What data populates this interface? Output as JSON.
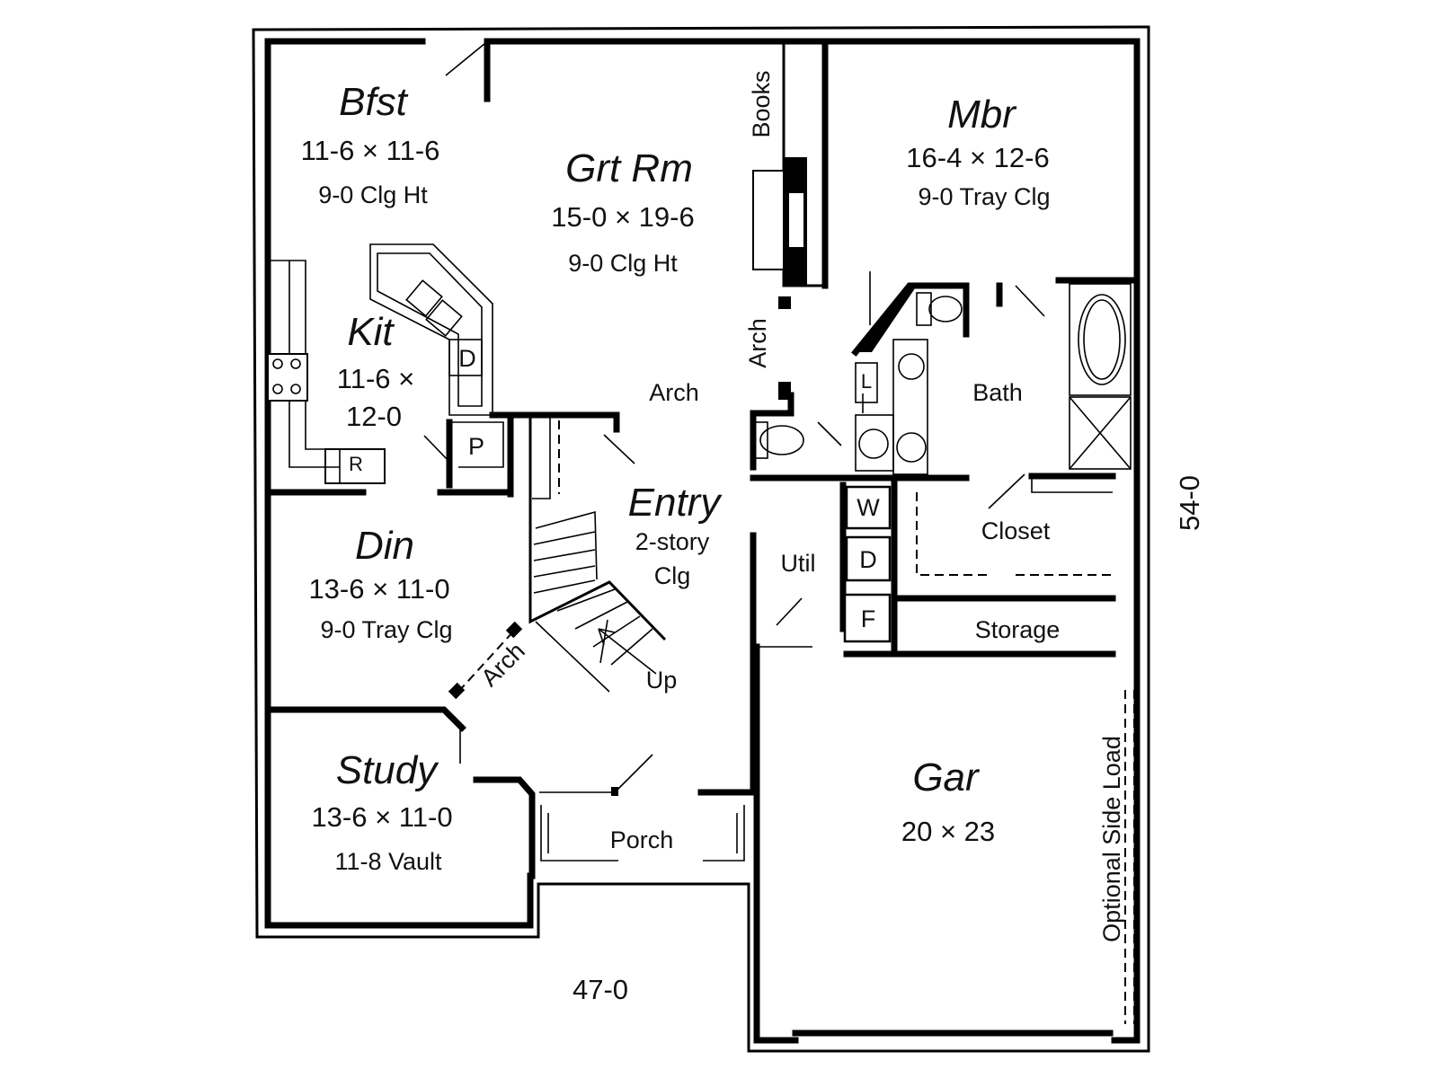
{
  "rooms": {
    "bfst": {
      "name": "Bfst",
      "size": "11-6 × 11-6",
      "note": "9-0 Clg Ht"
    },
    "grtrm": {
      "name": "Grt Rm",
      "size": "15-0 × 19-6",
      "note": "9-0 Clg Ht"
    },
    "mbr": {
      "name": "Mbr",
      "size": "16-4 × 12-6",
      "note": "9-0 Tray Clg"
    },
    "kit": {
      "name": "Kit",
      "size_line1": "11-6 ×",
      "size_line2": "12-0"
    },
    "din": {
      "name": "Din",
      "size": "13-6 × 11-0",
      "note": "9-0 Tray Clg"
    },
    "entry": {
      "name": "Entry",
      "note_line1": "2-story",
      "note_line2": "Clg"
    },
    "study": {
      "name": "Study",
      "size": "13-6 × 11-0",
      "note": "11-8 Vault"
    },
    "gar": {
      "name": "Gar",
      "size": "20 × 23"
    }
  },
  "labels": {
    "books": "Books",
    "arch_vertical": "Arch",
    "arch_grtrm": "Arch",
    "arch_din": "Arch",
    "bath": "Bath",
    "closet": "Closet",
    "util": "Util",
    "storage": "Storage",
    "porch": "Porch",
    "up": "Up",
    "optional_side_load": "Optional Side Load",
    "washer": "W",
    "dryer": "D",
    "freezer": "F",
    "dishwasher": "D",
    "pantry": "P",
    "refrigerator": "R",
    "linen": "L"
  },
  "dimensions": {
    "width": "47-0",
    "depth": "54-0"
  }
}
